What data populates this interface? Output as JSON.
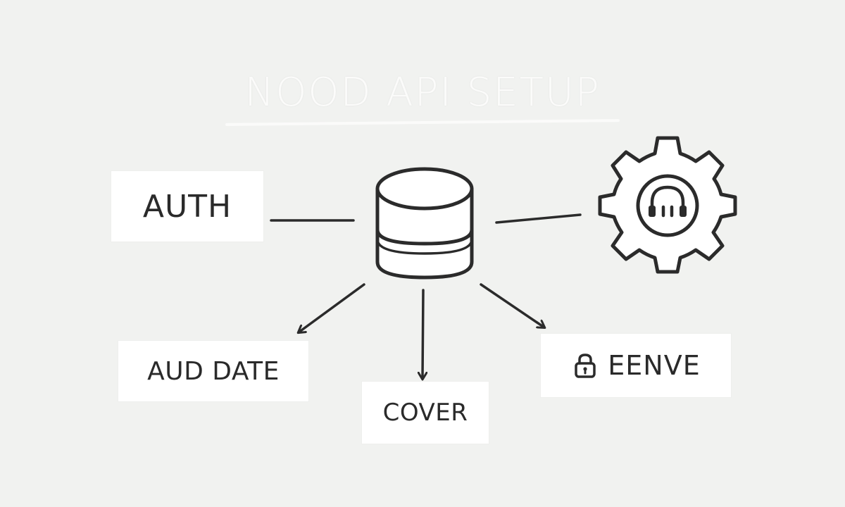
{
  "diagram": {
    "title": "NOOD API SETUP",
    "nodes": {
      "auth": {
        "label": "AUTH"
      },
      "database": {
        "icon": "database-icon"
      },
      "settings": {
        "icon": "gear-icon",
        "inner_icon": "headphones-icon"
      },
      "auddate": {
        "label": "AUD DATE"
      },
      "cover": {
        "label": "COVER"
      },
      "eenve": {
        "label": "EENVE",
        "icon": "lock-icon"
      }
    },
    "colors": {
      "background": "#f1f2f0",
      "stroke": "#2b2b2b",
      "box_fill": "#ffffff",
      "title": "#fbfbfa"
    }
  }
}
